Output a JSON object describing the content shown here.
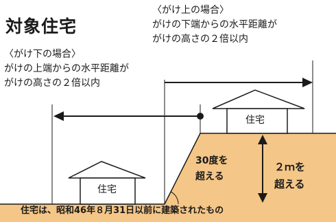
{
  "title": "対象住宅",
  "upper_case": {
    "line1": "〈がけ上の場合〉",
    "line2": "がけの下端からの水平距離が",
    "line3": "がけの高さの２倍以内"
  },
  "lower_case": {
    "line1": "〈がけ下の場合〉",
    "line2": "がけの上端からの水平距離が",
    "line3": "がけの高さの２倍以内"
  },
  "house_label": "住宅",
  "slope_label": {
    "line1": "30度を",
    "line2": "超える"
  },
  "height_label": {
    "line1": "２ｍを",
    "line2": "超える"
  },
  "condition": "住宅は、昭和46年８月31日以前に建築されたもの",
  "colors": {
    "ground": "#f4c687",
    "line": "#1a1a1a"
  }
}
